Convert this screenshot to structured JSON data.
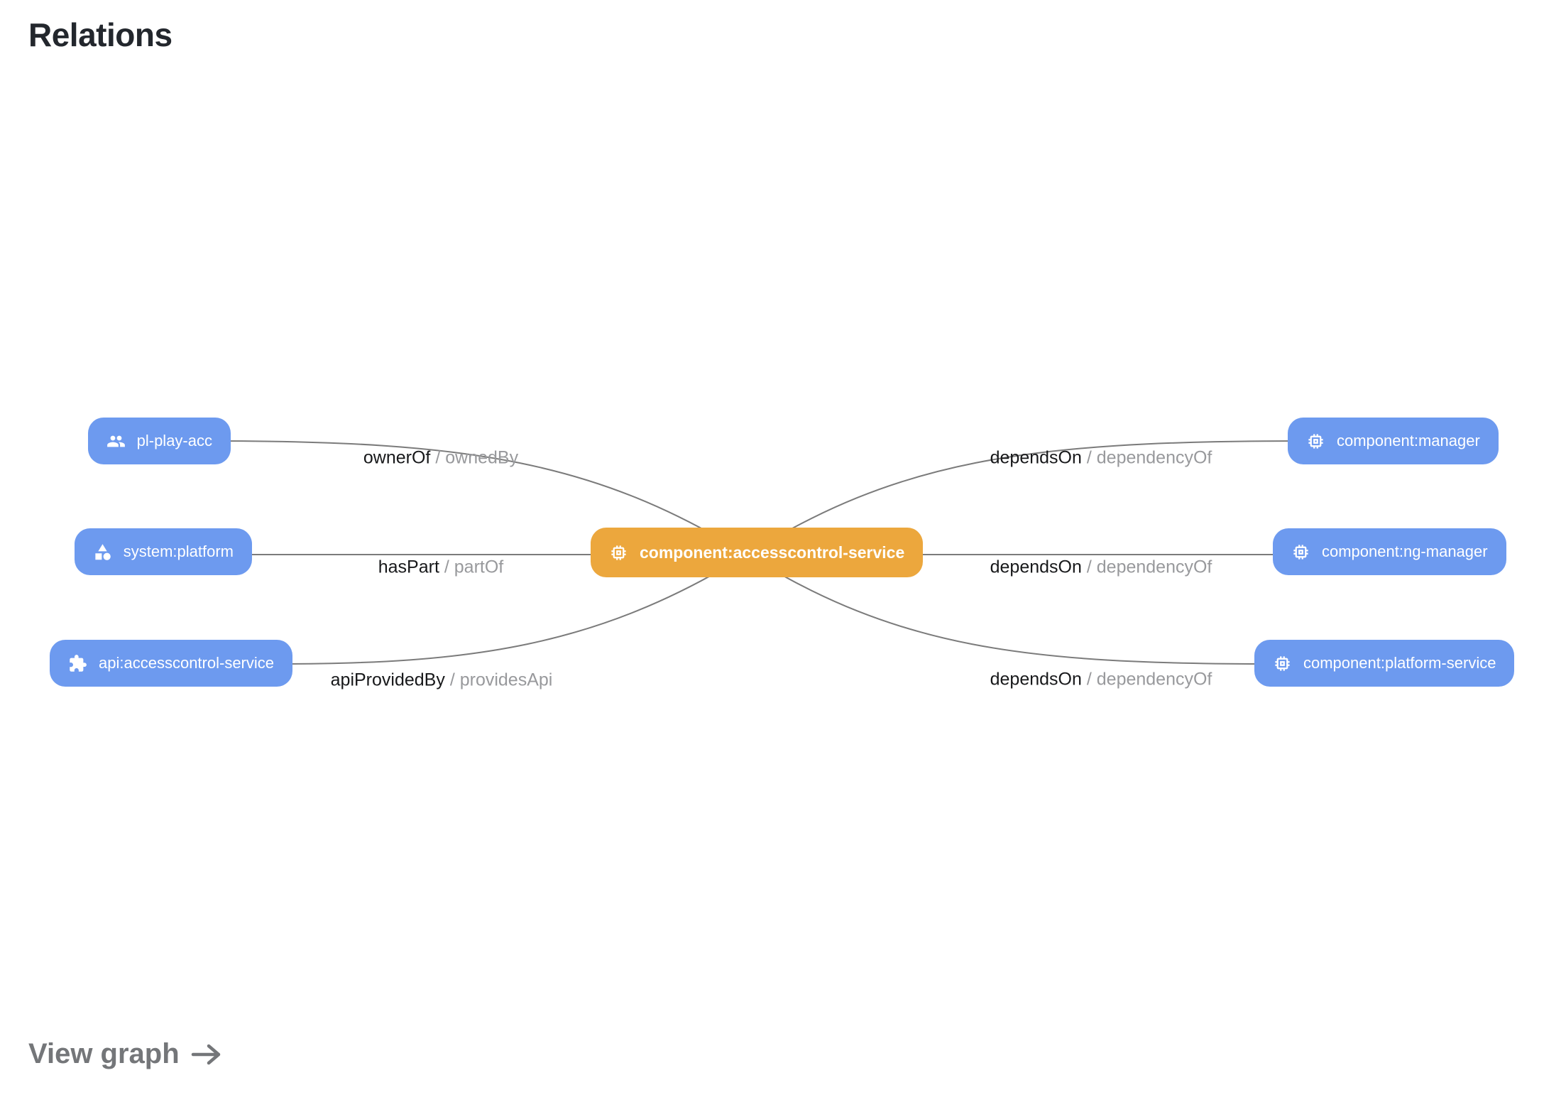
{
  "page": {
    "title": "Relations"
  },
  "footer": {
    "view_graph_label": "View graph"
  },
  "graph": {
    "center_node": {
      "label": "component:accesscontrol-service",
      "icon": "memory-chip-icon"
    },
    "left_nodes": [
      {
        "label": "pl-play-acc",
        "icon": "people-icon"
      },
      {
        "label": "system:platform",
        "icon": "category-shapes-icon"
      },
      {
        "label": "api:accesscontrol-service",
        "icon": "puzzle-extension-icon"
      }
    ],
    "right_nodes": [
      {
        "label": "component:manager",
        "icon": "memory-chip-icon"
      },
      {
        "label": "component:ng-manager",
        "icon": "memory-chip-icon"
      },
      {
        "label": "component:platform-service",
        "icon": "memory-chip-icon"
      }
    ],
    "left_edges": [
      {
        "primary": "ownerOf",
        "separator": "/",
        "secondary": "ownedBy"
      },
      {
        "primary": "hasPart",
        "separator": "/",
        "secondary": "partOf"
      },
      {
        "primary": "apiProvidedBy",
        "separator": "/",
        "secondary": "providesApi"
      }
    ],
    "right_edges": [
      {
        "primary": "dependsOn",
        "separator": "/",
        "secondary": "dependencyOf"
      },
      {
        "primary": "dependsOn",
        "separator": "/",
        "secondary": "dependencyOf"
      },
      {
        "primary": "dependsOn",
        "separator": "/",
        "secondary": "dependencyOf"
      }
    ],
    "colors": {
      "node_blue": "#6D9AEF",
      "node_orange": "#ECA73D",
      "edge_line": "#7B7B7B",
      "edge_label_primary": "#17181A",
      "edge_label_secondary": "#98999C",
      "title_text": "#23272D",
      "view_graph_text": "#747679"
    }
  }
}
